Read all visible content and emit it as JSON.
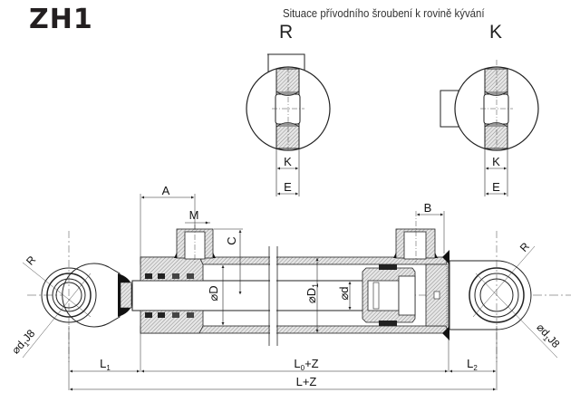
{
  "header": {
    "title": "ZH1",
    "subtitle": "Situace přívodního šroubení k rovině kývání"
  },
  "views": [
    {
      "id": "R",
      "label": "R",
      "dims": {
        "inner": "K",
        "outer": "E"
      }
    },
    {
      "id": "K",
      "label": "K",
      "dims": {
        "inner": "K",
        "outer": "E"
      }
    }
  ],
  "main_drawing": {
    "dimensions": {
      "port_offset_front": "A",
      "port_offset_rear": "B",
      "port_thread": "M",
      "port_height": "C",
      "bore_diameter": "⌀D",
      "outer_diameter": "⌀D",
      "outer_diameter_sub": "1",
      "rod_diameter": "⌀d",
      "eye_radius_left": "R",
      "eye_radius_right": "R",
      "eye_bore_left": "⌀d",
      "eye_bore_left_sub": "1",
      "eye_bore_left_tol": "J8",
      "eye_bore_right": "⌀d",
      "eye_bore_right_sub": "1",
      "eye_bore_right_tol": "J8",
      "l1": "L",
      "l1_sub": "1",
      "l0": "L",
      "l0_sub": "0",
      "l0_suffix": "+Z",
      "l2": "L",
      "l2_sub": "2",
      "total": "L+Z"
    }
  }
}
